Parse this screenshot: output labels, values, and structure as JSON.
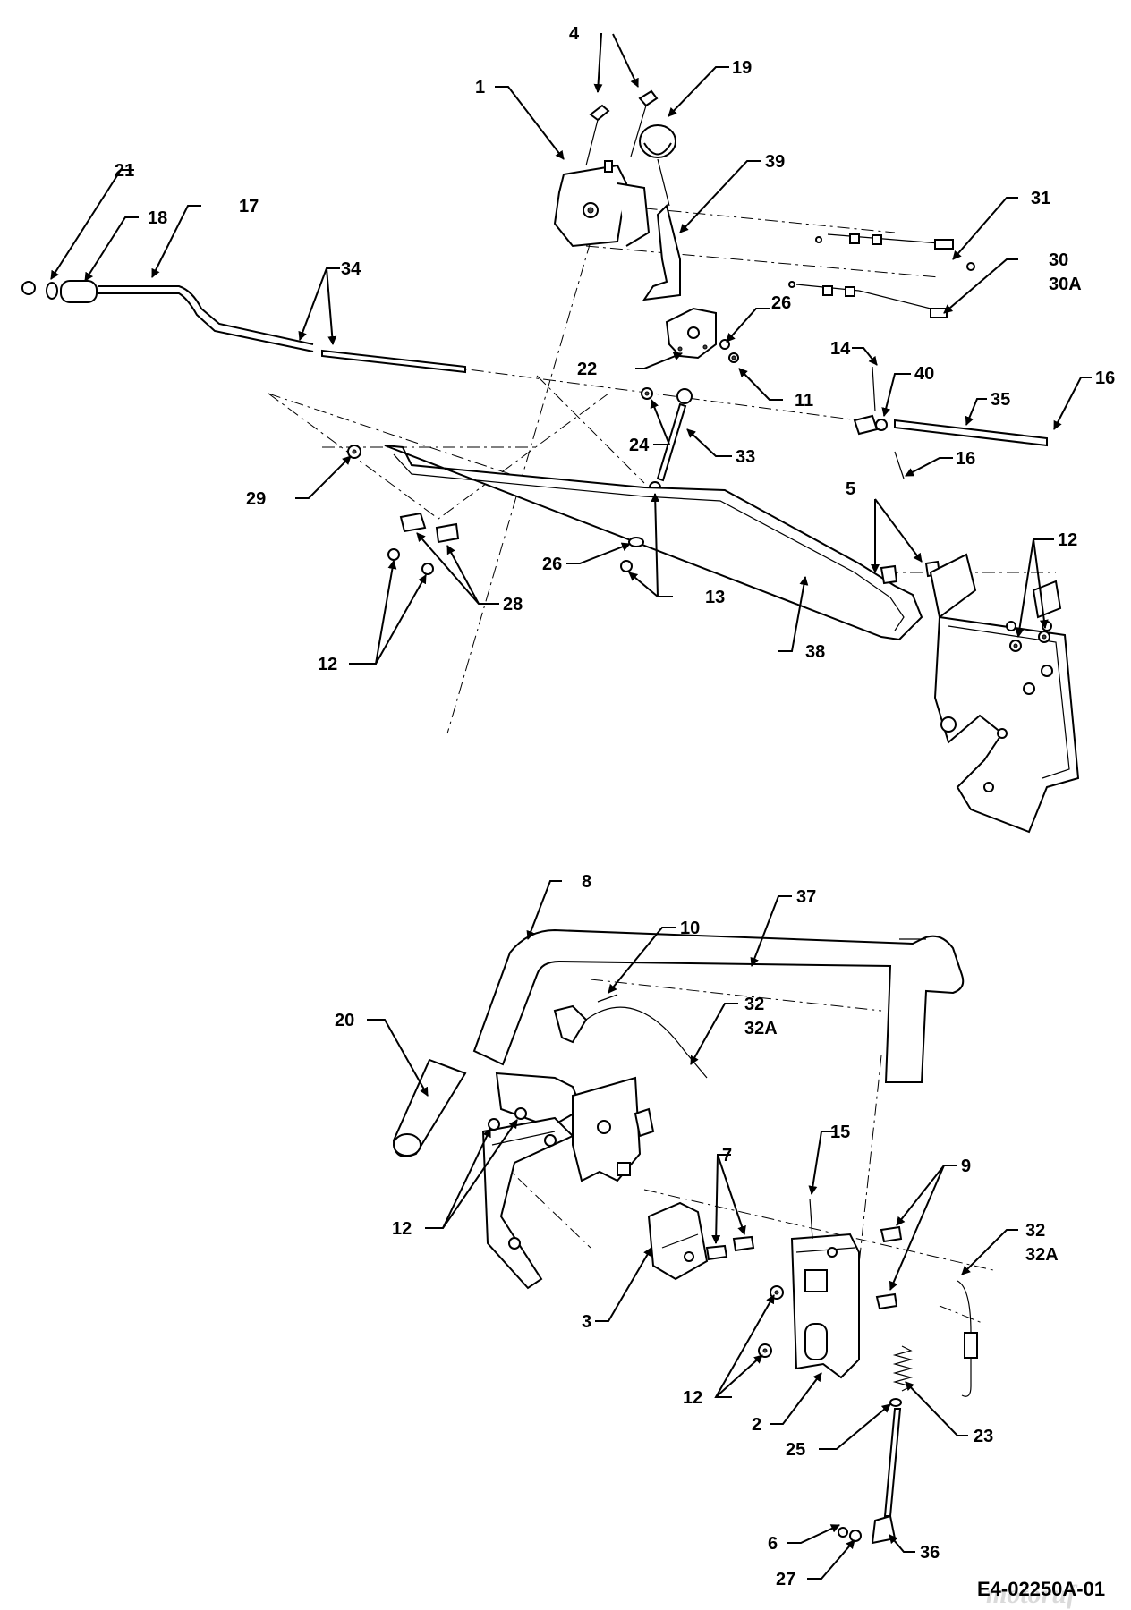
{
  "drawing_code": "E4-02250A-01",
  "watermark": "motoruf",
  "callouts": {
    "c1": "1",
    "c2": "2",
    "c3": "3",
    "c4": "4",
    "c5": "5",
    "c6": "6",
    "c7": "7",
    "c8": "8",
    "c9": "9",
    "c10": "10",
    "c11": "11",
    "c12a": "12",
    "c12b": "12",
    "c12c": "12",
    "c12d": "12",
    "c13": "13",
    "c14": "14",
    "c15": "15",
    "c16a": "16",
    "c16b": "16",
    "c17": "17",
    "c18": "18",
    "c19": "19",
    "c20": "20",
    "c21": "21",
    "c22": "22",
    "c23": "23",
    "c24": "24",
    "c25": "25",
    "c26a": "26",
    "c26b": "26",
    "c27": "27",
    "c28": "28",
    "c29": "29",
    "c30": "30",
    "c30a": "30A",
    "c31": "31",
    "c32a": "32",
    "c32a_alt": "32A",
    "c32b": "32",
    "c32b_alt": "32A",
    "c33": "33",
    "c34": "34",
    "c35": "35",
    "c36": "36",
    "c37": "37",
    "c38": "38",
    "c39": "39",
    "c40": "40"
  }
}
